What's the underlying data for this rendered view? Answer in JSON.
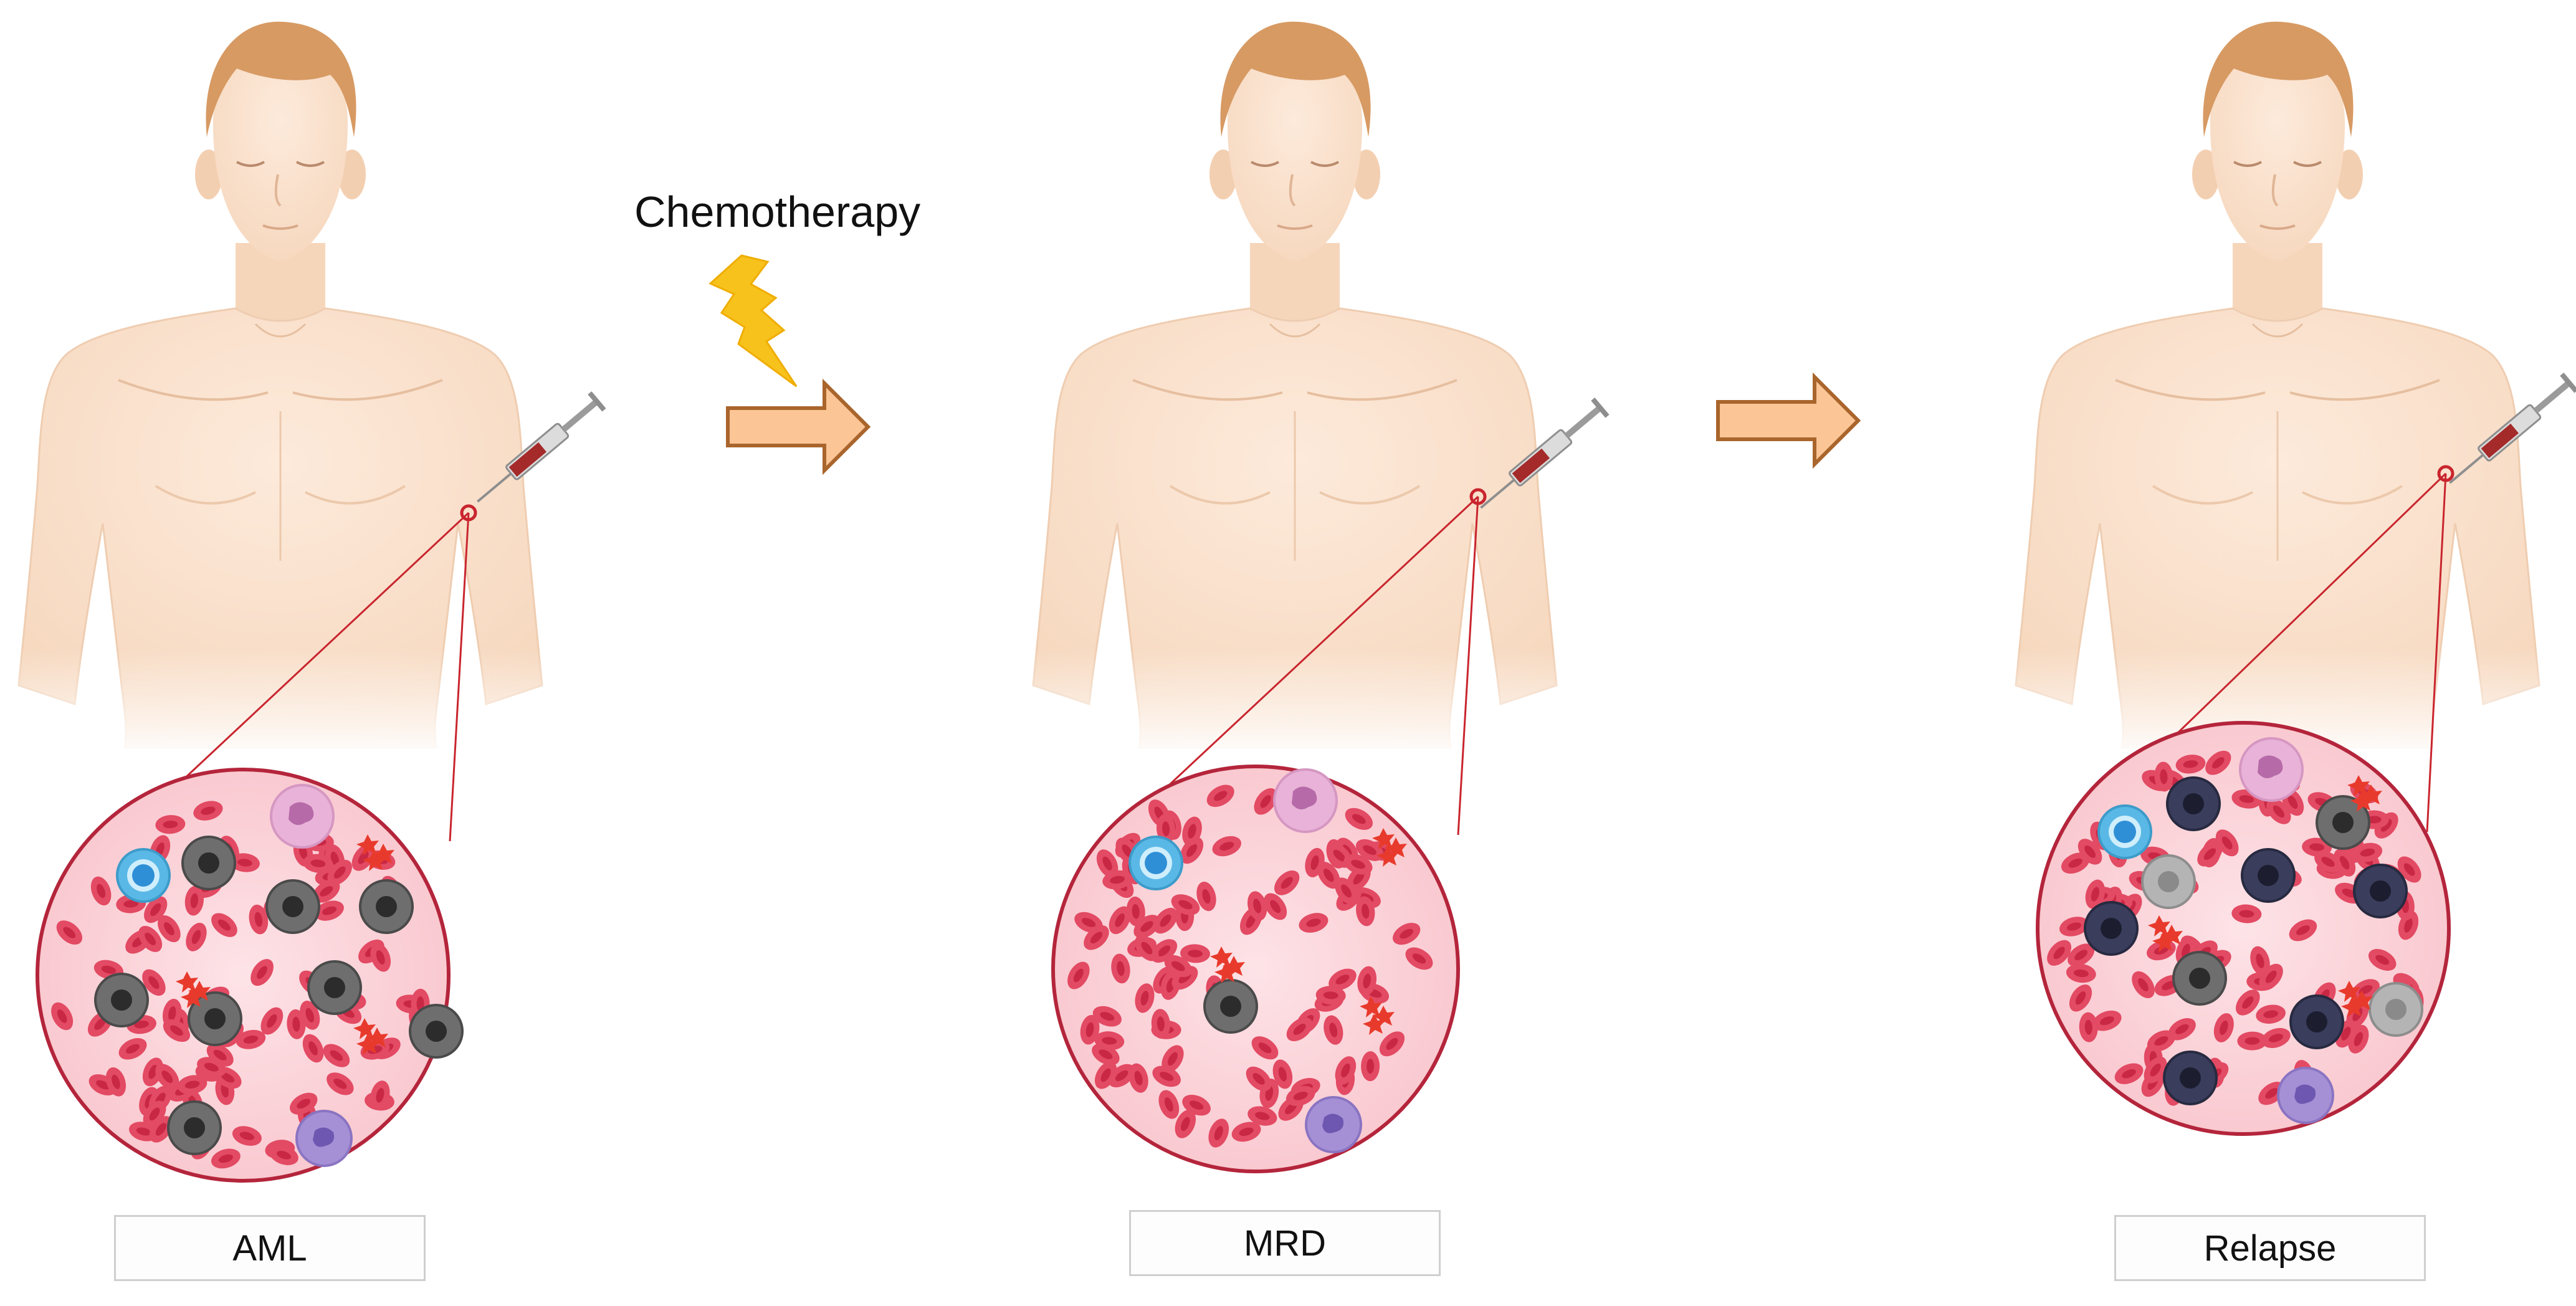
{
  "treatment_label": "Chemotherapy",
  "stages": [
    {
      "label": "AML"
    },
    {
      "label": "MRD"
    },
    {
      "label": "Relapse"
    }
  ],
  "colors": {
    "skin": "#fbe3cf",
    "skin_shadow": "#f1cdb0",
    "hair": "#d79a63",
    "plasma": "#fcd6dc",
    "rbc": "#e34a63",
    "rbc_center": "#c92845",
    "arrow_fill": "#fbc596",
    "arrow_stroke": "#a9652c",
    "bolt": "#f7c21b",
    "zoom_line": "#c9252e",
    "blast_gray": "#6e6e6e",
    "blast_navy": "#3a3d5c",
    "blast_light": "#b4b4b4",
    "lymphocyte": "#5ab8e6",
    "monocyte": "#e9b2d8",
    "eosinophil": "#a590d6",
    "platelet": "#e83a2c"
  },
  "icons": [
    "person-body-icon",
    "syringe-icon",
    "lightning-bolt-icon",
    "arrow-right-icon",
    "blood-cells-zoom-icon"
  ]
}
